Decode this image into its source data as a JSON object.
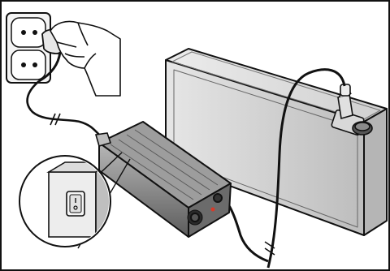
{
  "illustration": {
    "elements": [
      "wall-socket",
      "hand-plugging-plug",
      "charger-unit",
      "power-switch-callout",
      "battery",
      "battery-cable-connector"
    ]
  },
  "colors": {
    "line": "#111111",
    "battery_top": "#e0e0e0",
    "battery_side": "#c6c6c6",
    "battery_front": "#d4d4d4",
    "charger_body": "#8f8f8f",
    "charger_dark": "#4a4a4a",
    "switch_red": "#c0392b",
    "led_red": "#d63a2a",
    "cable": "#111111"
  }
}
